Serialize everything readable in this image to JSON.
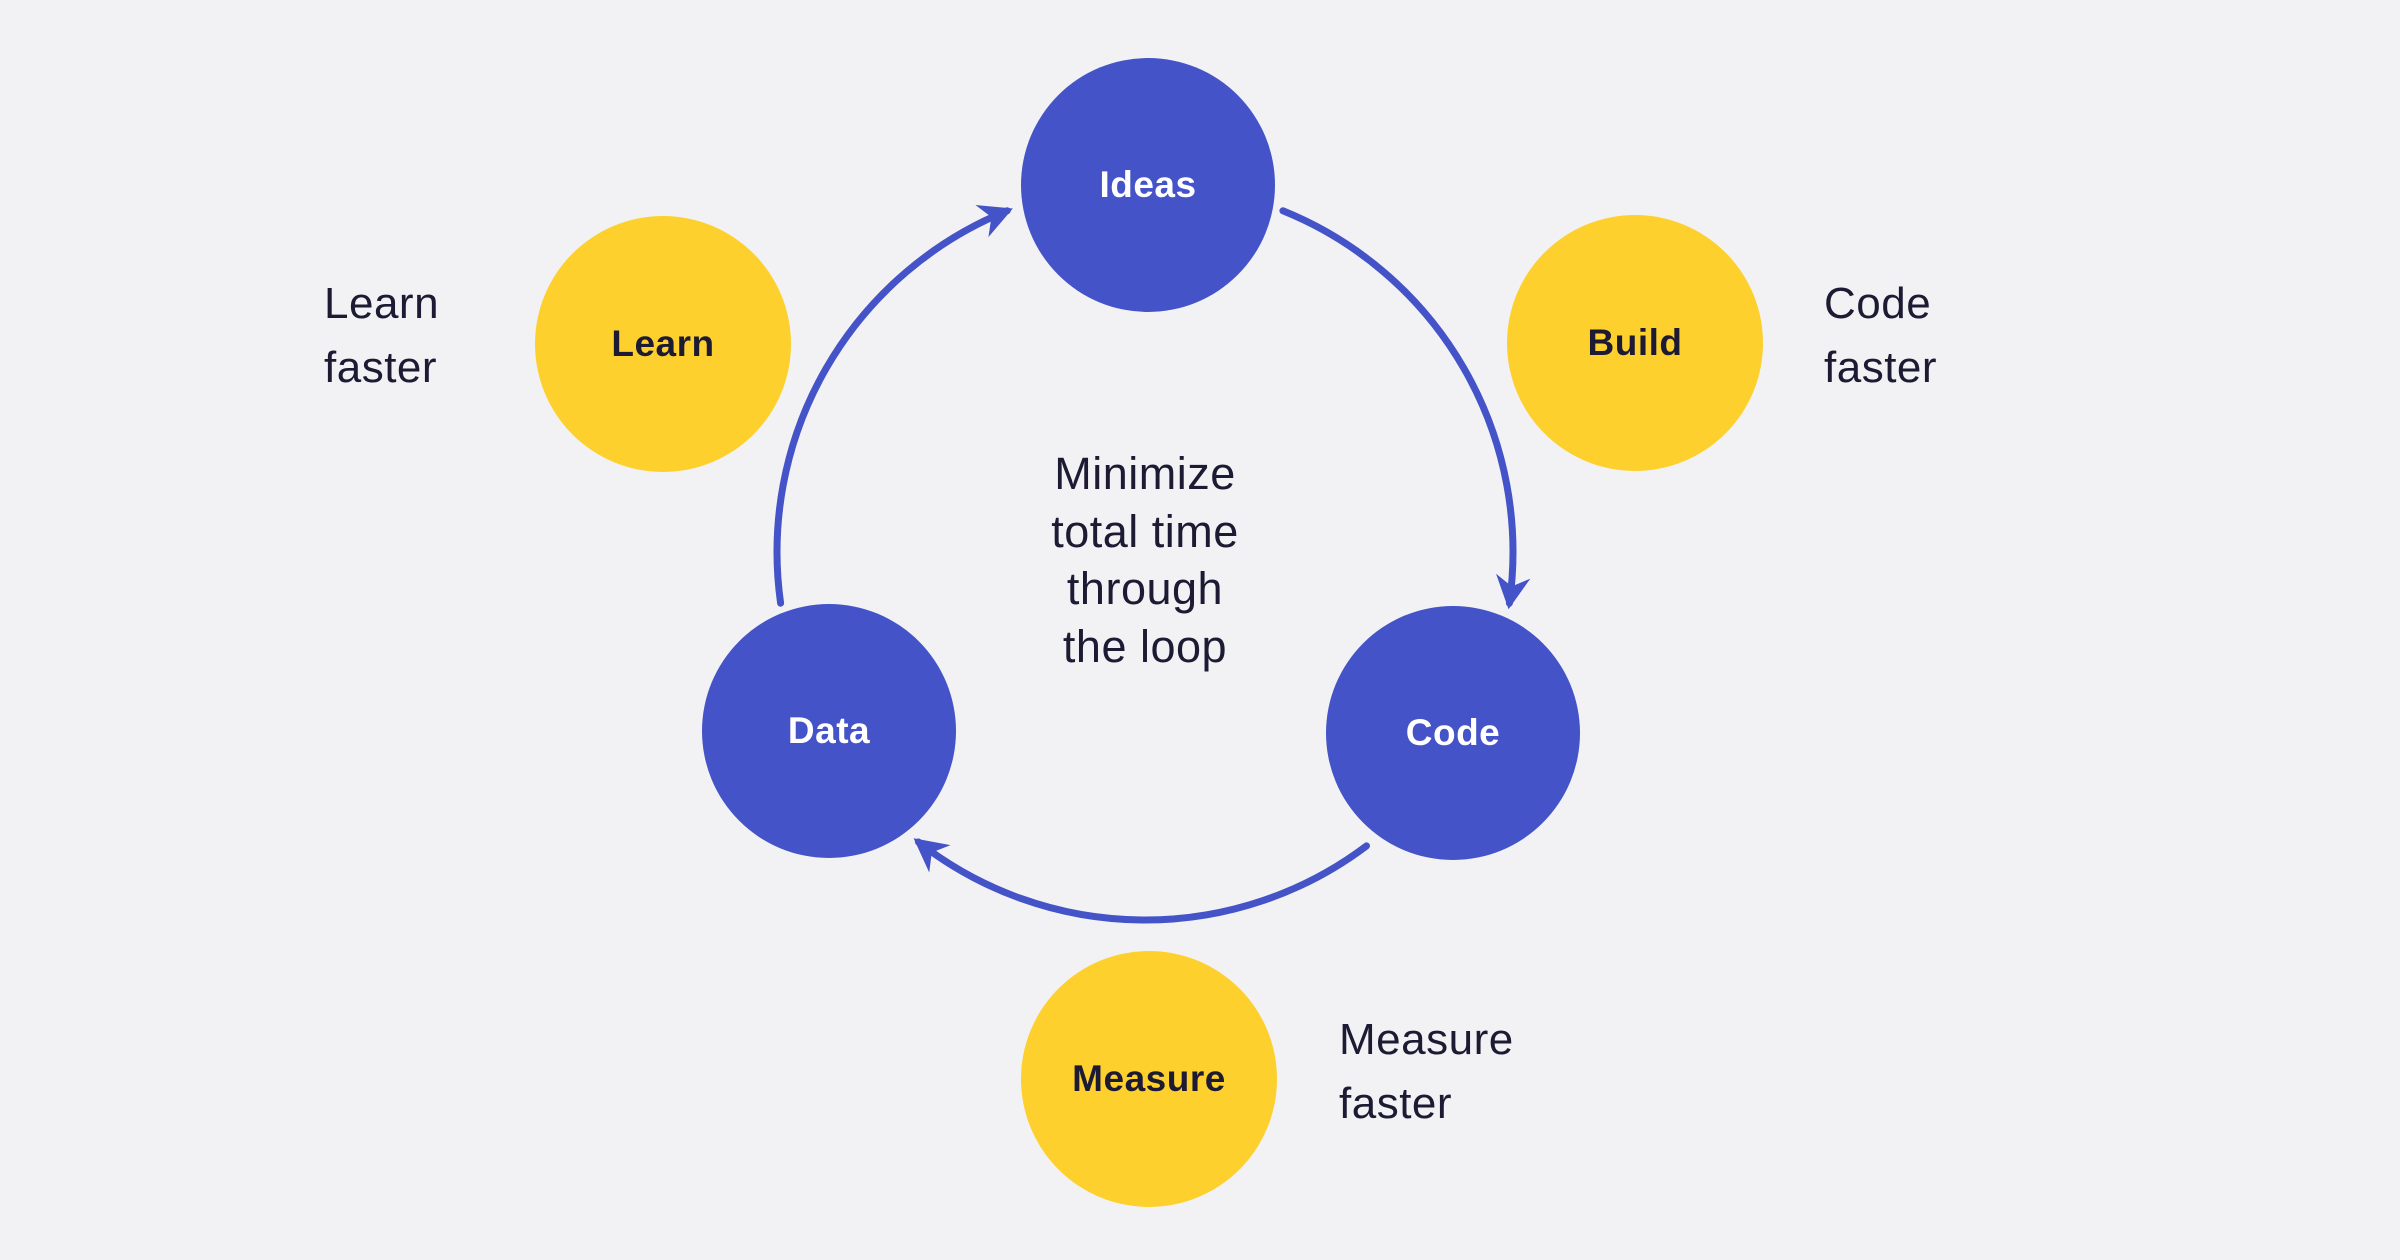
{
  "colors": {
    "background": "#f2f2f4",
    "node_blue": "#4453c8",
    "badge_yellow": "#fdd02e",
    "text_dark": "#1c1b33",
    "node_text": "#ffffff",
    "arrow": "#4453c8"
  },
  "center": {
    "lines": [
      "Minimize",
      "total time",
      "through",
      "the loop"
    ]
  },
  "nodes": {
    "ideas": {
      "label": "Ideas"
    },
    "code": {
      "label": "Code"
    },
    "data": {
      "label": "Data"
    }
  },
  "badges": {
    "learn": {
      "label": "Learn"
    },
    "build": {
      "label": "Build"
    },
    "measure": {
      "label": "Measure"
    }
  },
  "captions": {
    "learn": {
      "lines": [
        "Learn",
        "faster"
      ]
    },
    "build": {
      "lines": [
        "Code",
        "faster"
      ]
    },
    "measure": {
      "lines": [
        "Measure",
        "faster"
      ]
    }
  }
}
